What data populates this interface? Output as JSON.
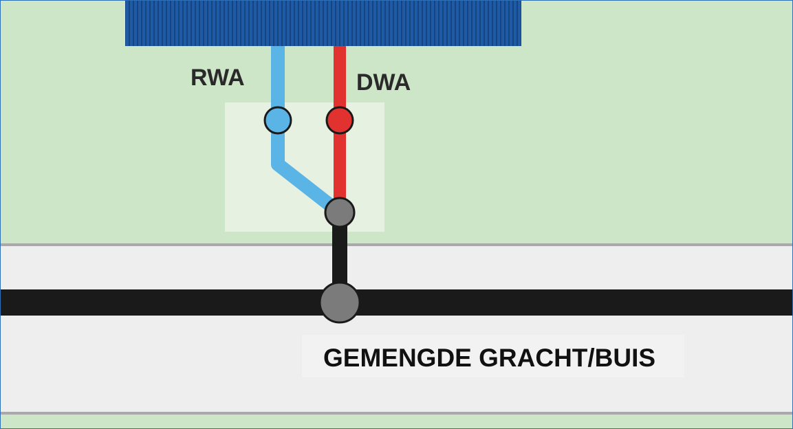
{
  "diagram": {
    "labels": {
      "rain_pipe": "RWA",
      "waste_pipe": "DWA",
      "main_sewer": "GEMENGDE GRACHT/BUIS"
    },
    "colors": {
      "lawn": "#cde6c7",
      "road": "#eeeeee",
      "road_edge": "#a9a9a9",
      "building": "#1f5aa6",
      "rain_pipe": "#5ab4e6",
      "waste_pipe": "#e23230",
      "connector": "#7b7b7b",
      "main_pipe": "#1a1a1a"
    }
  }
}
